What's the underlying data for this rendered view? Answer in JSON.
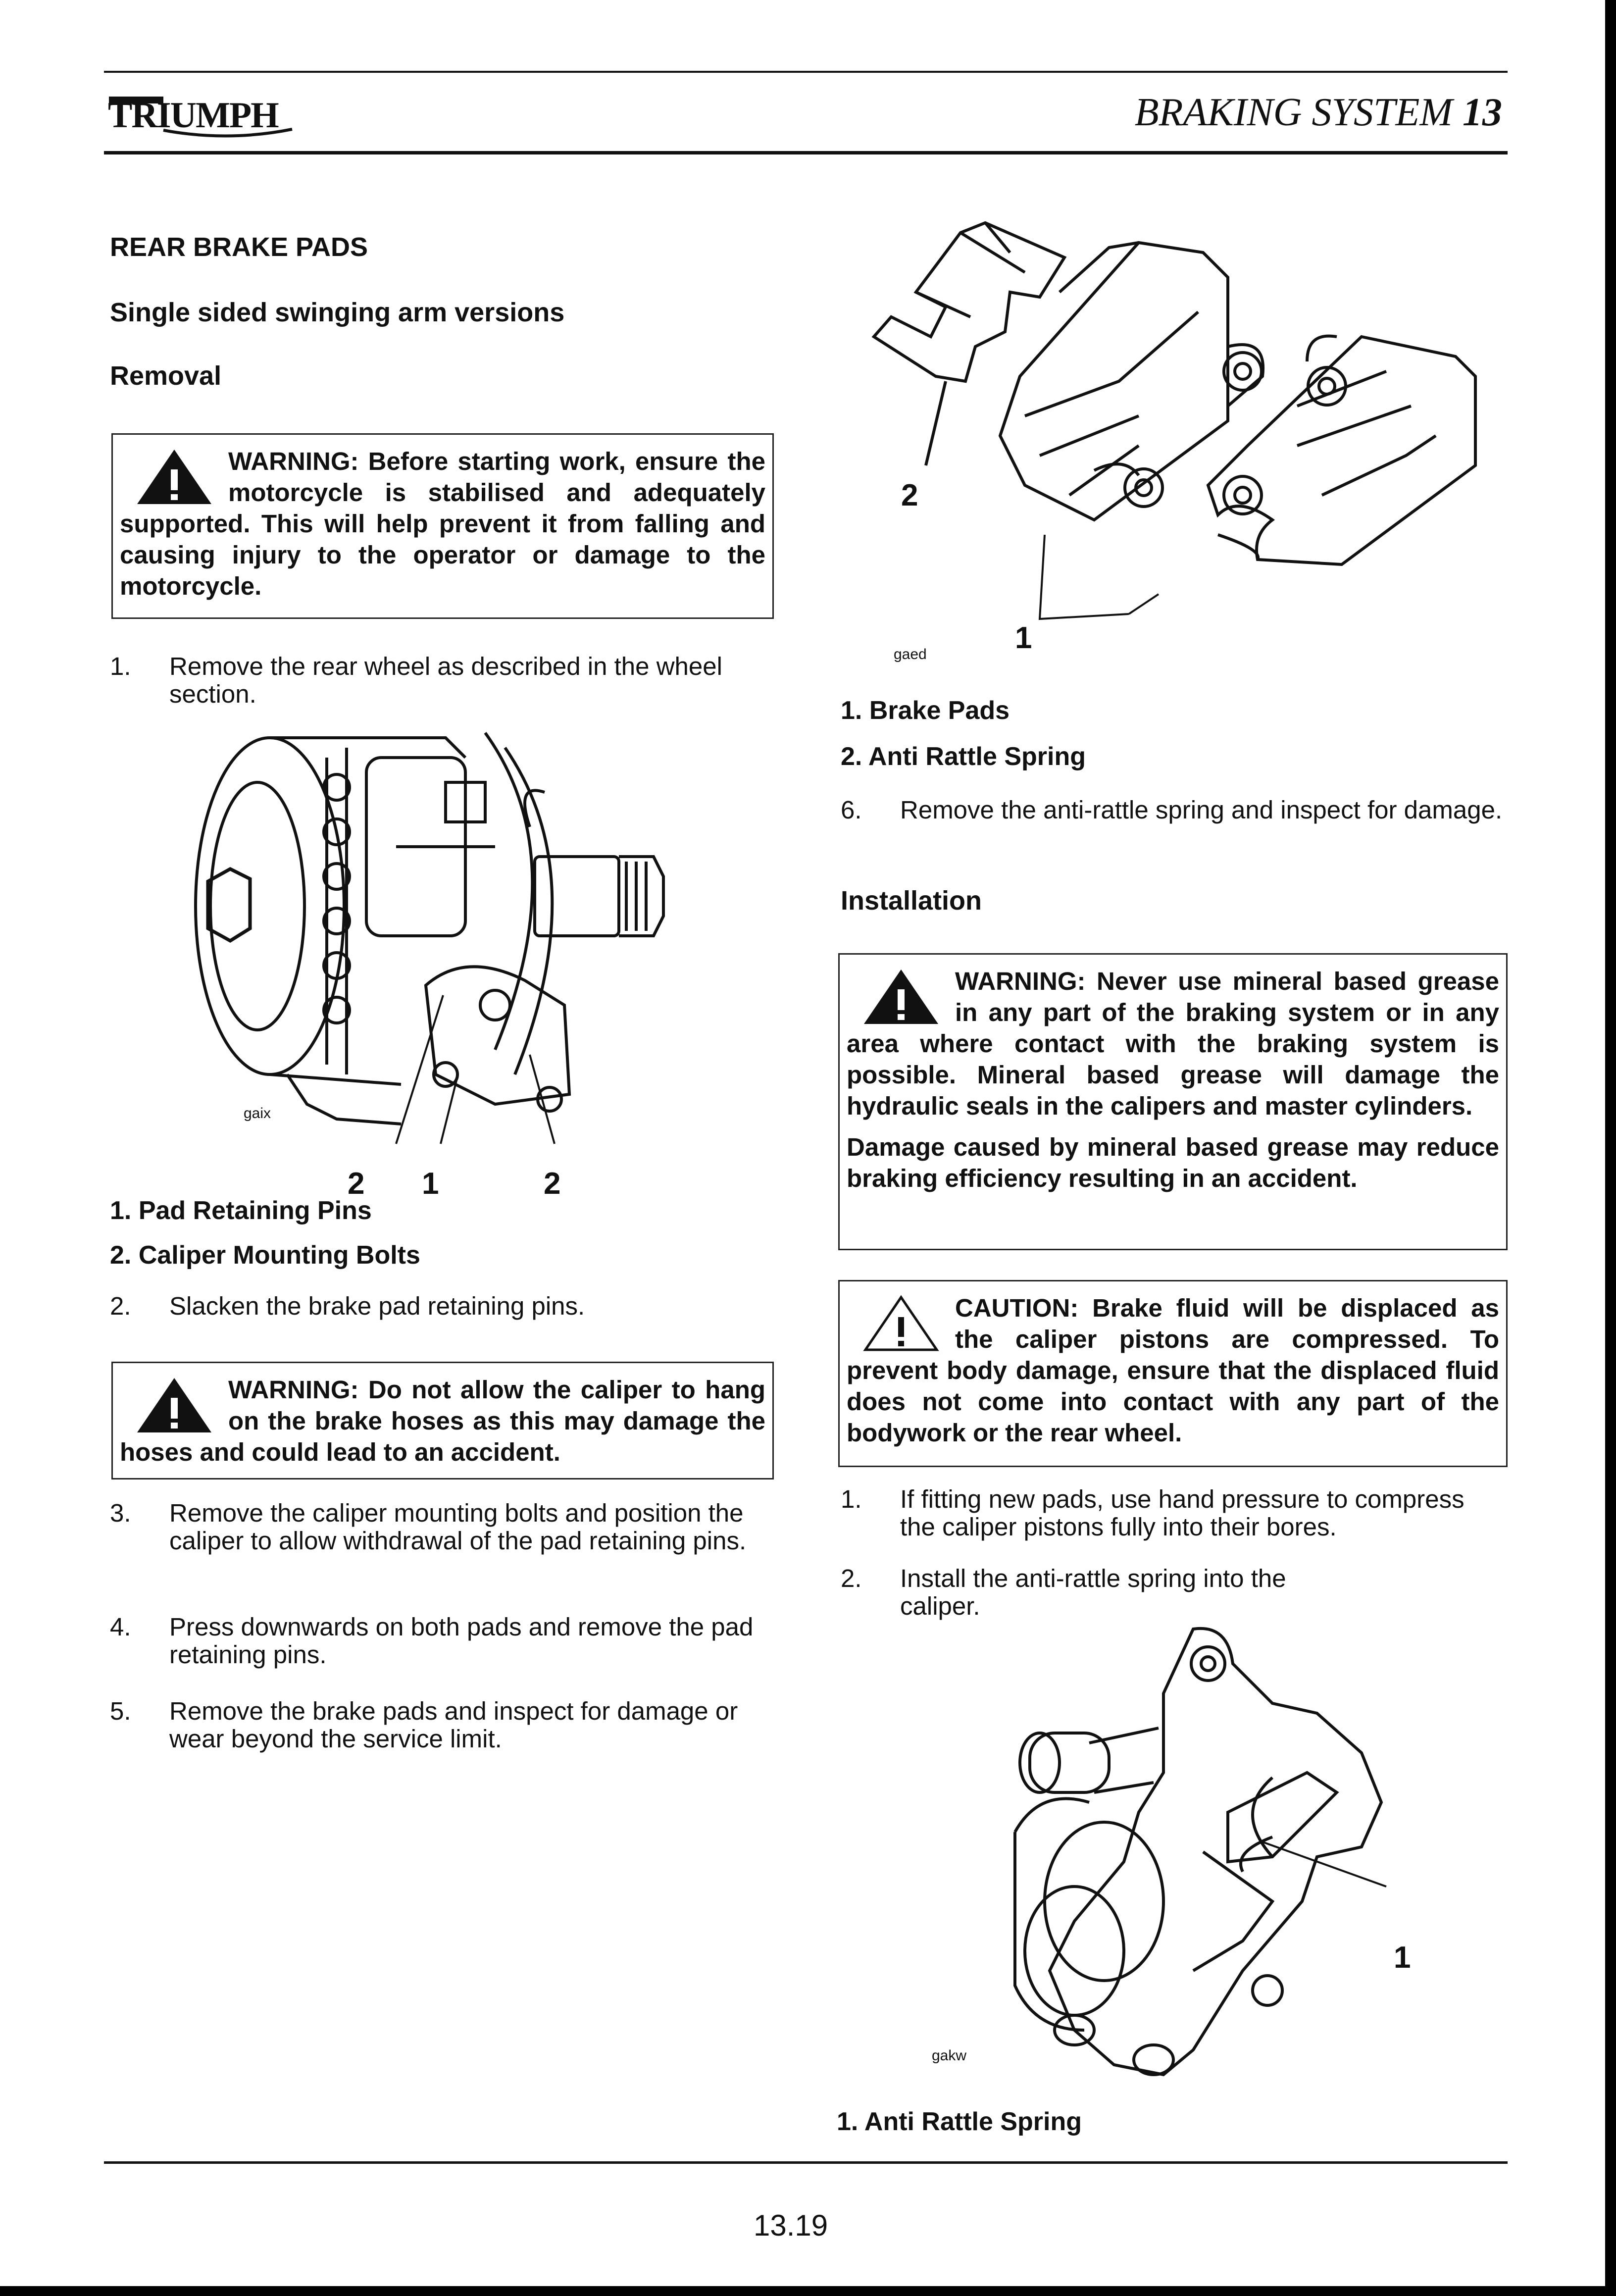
{
  "header": {
    "brand": "TRIUMPH",
    "section": "BRAKING SYSTEM",
    "chapter": "13"
  },
  "left": {
    "title": "REAR BRAKE PADS",
    "subtitle": "Single sided swinging arm versions",
    "removal_heading": "Removal",
    "warning1": "WARNING: Before starting work, ensure the motorcycle is stabilised and adequately supported. This will help prevent it from falling and causing injury to the operator or damage to the motorcycle.",
    "step1_num": "1.",
    "step1_text": "Remove the rear wheel as described in the wheel section.",
    "fig1": {
      "code": "gaix",
      "callout_a": "2",
      "callout_b": "1",
      "callout_c": "2",
      "caption1": "1. Pad Retaining Pins",
      "caption2": "2. Caliper Mounting Bolts"
    },
    "step2_num": "2.",
    "step2_text": "Slacken the brake pad retaining pins.",
    "warning2": "WARNING: Do not allow the caliper to hang on the brake hoses as this may damage the hoses and could lead to an accident.",
    "step3_num": "3.",
    "step3_text": "Remove the caliper mounting bolts and position the caliper to allow withdrawal of the pad retaining pins.",
    "step4_num": "4.",
    "step4_text": "Press downwards on both pads and remove the pad retaining pins.",
    "step5_num": "5.",
    "step5_text": "Remove the brake pads and inspect for damage or wear beyond the service limit."
  },
  "right": {
    "fig2": {
      "code": "gaed",
      "callout_1": "1",
      "callout_2": "2",
      "caption1": "1. Brake Pads",
      "caption2": "2. Anti Rattle Spring"
    },
    "step6_num": "6.",
    "step6_text": "Remove the anti-rattle spring and inspect for damage.",
    "installation_heading": "Installation",
    "warning3_p1": "WARNING: Never use mineral based grease in any part of the braking system or in any area where contact with the braking system is possible. Mineral based grease will damage the hydraulic seals in the calipers and master cylinders.",
    "warning3_p2": "Damage caused by mineral based grease may reduce braking efficiency resulting in an accident.",
    "caution": "CAUTION: Brake fluid will be displaced as the caliper pistons are compressed. To prevent body damage, ensure that the displaced fluid does not come into contact with any part of the bodywork or the rear wheel.",
    "inst1_num": "1.",
    "inst1_text": "If fitting new pads, use hand pressure to compress the caliper pistons fully into their bores.",
    "inst2_num": "2.",
    "inst2_text": "Install the anti-rattle spring into the caliper.",
    "fig3": {
      "code": "gakw",
      "callout_1": "1",
      "caption": "1. Anti Rattle Spring"
    }
  },
  "footer": {
    "page": "13.19"
  },
  "colors": {
    "ink": "#111111",
    "paper": "#ffffff",
    "border": "#000000"
  },
  "icons": {
    "warning": "warning-triangle-icon",
    "caution": "caution-triangle-icon"
  }
}
